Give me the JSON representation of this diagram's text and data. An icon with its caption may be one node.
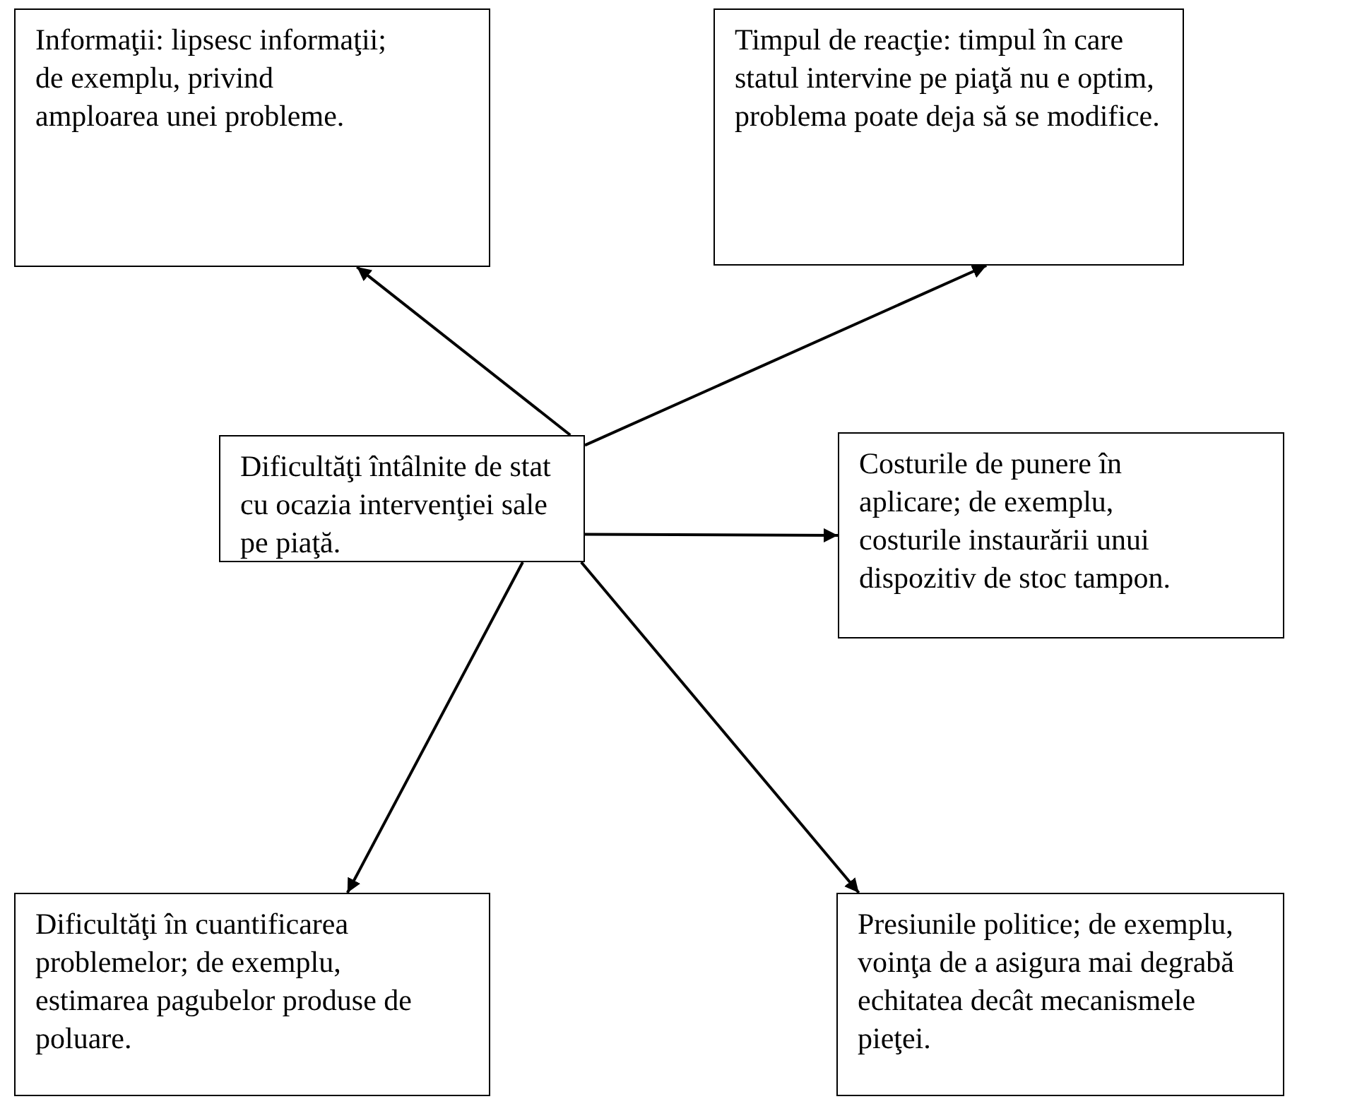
{
  "diagram": {
    "nodes": [
      {
        "text": [
          "Dificultăţi întâlnite de stat cu ocazia intervenţiei sale pe piaţă."
        ]
      },
      {
        "text": [
          "Informaţii: lipsesc informaţii; de exemplu, privind amploarea unei probleme."
        ]
      },
      {
        "text": [
          "Timpul de reacţie: timpul în care statul intervine pe piaţă nu e optim, problema poate deja să se modifice."
        ]
      },
      {
        "text": [
          "Costurile de punere în aplicare; de exemplu, costurile instaurării unui dispozitiv de stoc tampon."
        ]
      },
      {
        "text": [
          "Dificultăţi în cuantificarea problemelor; de exemplu, estimarea pagubelor produse de poluare."
        ]
      },
      {
        "text": [
          "Presiunile politice; de exemplu, voinţa de a asigura mai degrabă echitatea decât mecanismele pieţei."
        ]
      }
    ],
    "edges": [
      {
        "from": 0,
        "to": 1,
        "arrow": "to"
      },
      {
        "from": 0,
        "to": 2,
        "arrow": "to"
      },
      {
        "from": 0,
        "to": 3,
        "arrow": "to"
      },
      {
        "from": 0,
        "to": 4,
        "arrow": "to"
      },
      {
        "from": 0,
        "to": 5,
        "arrow": "to"
      }
    ]
  }
}
